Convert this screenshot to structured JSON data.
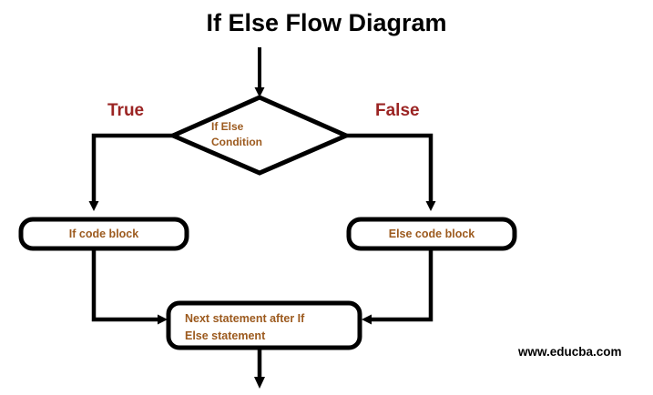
{
  "title": "If Else Flow Diagram",
  "colors": {
    "node_text": "#9c5a1e",
    "branch_label": "#9b2423",
    "stroke": "#000000",
    "background": "#ffffff",
    "title": "#000000"
  },
  "labels": {
    "true": "True",
    "false": "False"
  },
  "nodes": {
    "decision": {
      "line1": "If Else",
      "line2": "Condition",
      "shape": "diamond"
    },
    "if_block": {
      "label": "If code block",
      "shape": "rounded-rectangle"
    },
    "else_block": {
      "label": "Else code block",
      "shape": "rounded-rectangle"
    },
    "merge_block": {
      "line1": "Next statement after If",
      "line2": "Else statement",
      "shape": "rounded-rectangle"
    }
  },
  "watermark": "www.educba.com"
}
